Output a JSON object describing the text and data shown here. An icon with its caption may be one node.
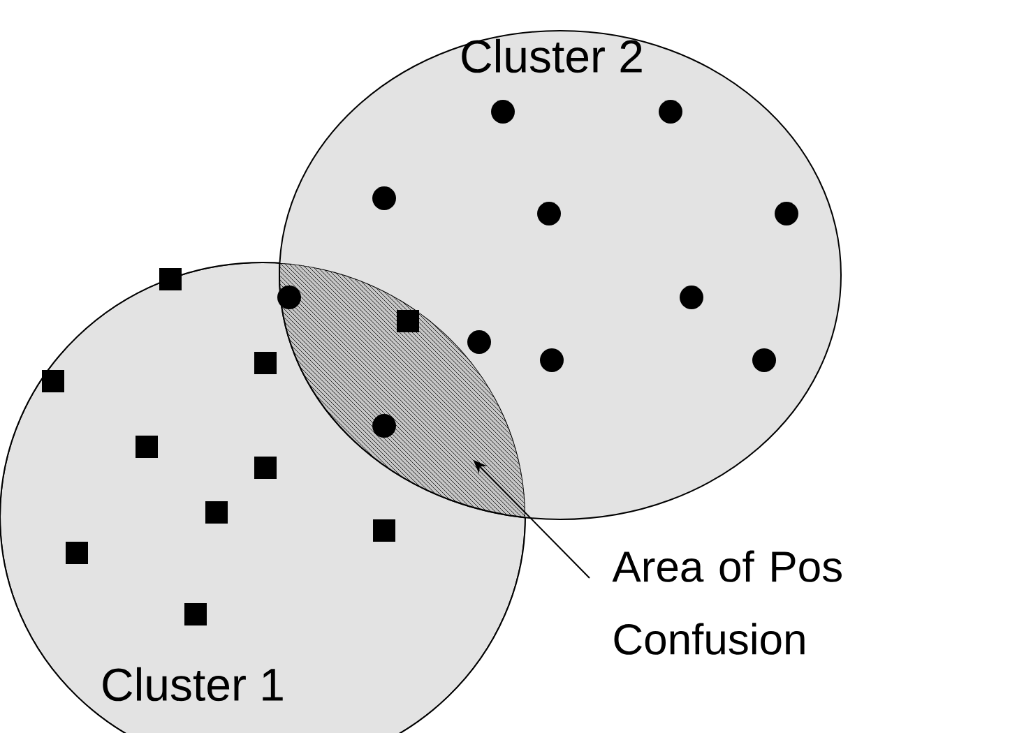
{
  "diagram": {
    "nodes": [
      {
        "text": [
          "Cluster 1"
        ]
      },
      {
        "text": [
          "Cluster 2"
        ]
      },
      {
        "text": [],
        "shape": "lens"
      },
      {
        "text": [
          "Area of Pos Confusion"
        ]
      }
    ],
    "edges": [
      {
        "from": 3,
        "to": 2,
        "arrow": "to"
      }
    ]
  }
}
